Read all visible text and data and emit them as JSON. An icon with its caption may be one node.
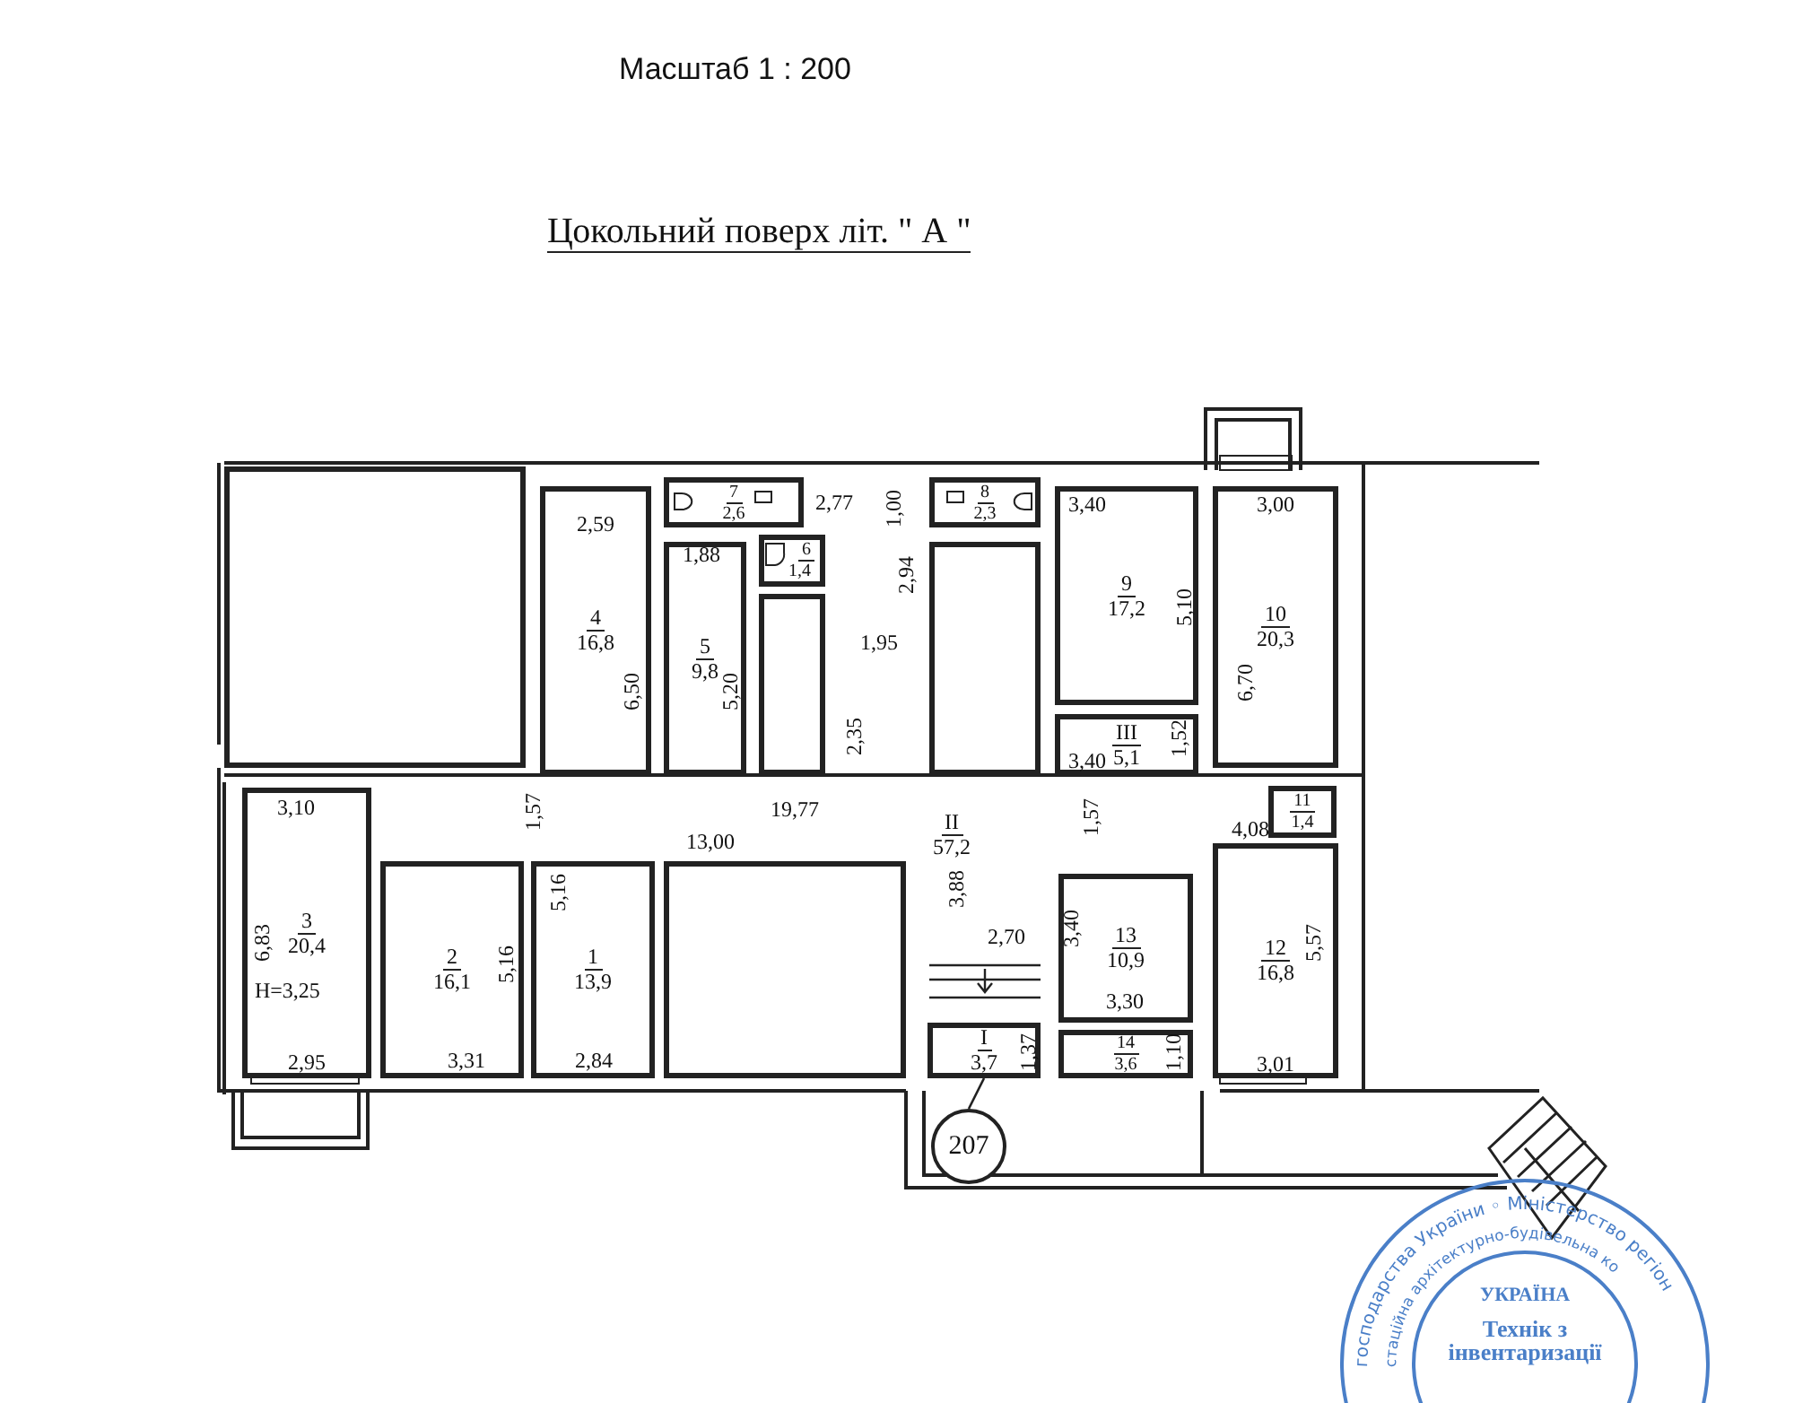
{
  "diagram": {
    "title": "Цокольний поверх літ. \" А \"",
    "nodes": [
      {
        "text": [],
        "shape": "box"
      },
      {
        "text": [
          "4",
          "16,8"
        ]
      },
      {
        "text": [
          "7",
          "2,6"
        ]
      },
      {
        "text": [
          "8",
          "2,3"
        ]
      },
      {
        "text": [
          "9",
          "17,2"
        ]
      },
      {
        "text": [
          "10",
          "20,3"
        ]
      },
      {
        "text": [
          "5",
          "9,8"
        ]
      },
      {
        "text": [
          "6",
          "1,4"
        ]
      },
      {
        "text": [],
        "shape": "box"
      },
      {
        "text": [],
        "shape": "box"
      },
      {
        "text": [
          "III",
          "5,1"
        ]
      },
      {
        "text": [
          "II",
          "57,2"
        ]
      },
      {
        "text": [
          "11",
          "1,4"
        ]
      },
      {
        "text": [
          "3",
          "20,4"
        ]
      },
      {
        "text": [
          "2",
          "16,1"
        ]
      },
      {
        "text": [
          "1",
          "13,9"
        ]
      },
      {
        "text": [],
        "shape": "box"
      },
      {
        "text": [
          "13",
          "10,9"
        ]
      },
      {
        "text": [
          "12",
          "16,8"
        ]
      },
      {
        "text": [
          "I",
          "3,7"
        ]
      },
      {
        "text": [
          "14",
          "3,6"
        ]
      },
      {
        "text": [
          "207"
        ]
      }
    ],
    "edges": [
      {
        "from": 21,
        "to": 19,
        "arrow": "none"
      }
    ],
    "labels": [
      "Масштаб 1 : 200",
      "2,59",
      "2,77",
      "1,00",
      "3,40",
      "3,00",
      "1,88",
      "2,94",
      "5,10",
      "1,95",
      "6,50",
      "5,20",
      "6,70",
      "2,35",
      "1,52",
      "3,40",
      "3,10",
      "19,77",
      "1,57",
      "1,57",
      "13,00",
      "4,08",
      "5,16",
      "3,88",
      "3,40",
      "2,70",
      "6,83",
      "5,57",
      "5,16",
      "H=3,25",
      "3,30",
      "1,37",
      "1,10",
      "2,95",
      "3,31",
      "2,84",
      "3,01",
      "господарства України ◦ Міністерство регіон",
      "стаційна архітектурно-будівельна ко",
      "УКРАЇНА",
      "Технік з інвентаризації"
    ]
  }
}
